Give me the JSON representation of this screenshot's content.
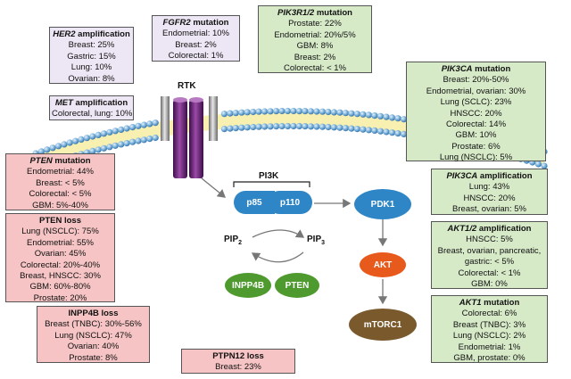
{
  "labels": {
    "rtk": "RTK",
    "pi3k": "PI3K",
    "pip2": "PIP",
    "pip2_sub": "2",
    "pip3": "PIP",
    "pip3_sub": "3"
  },
  "nodes": {
    "p85": "p85",
    "p110": "p110",
    "pdk1": "PDK1",
    "akt": "AKT",
    "mtorc1": "mTORC1",
    "inpp4b": "INPP4B",
    "pten": "PTEN"
  },
  "colors": {
    "purple_box": "#ede6f4",
    "green_box": "#d7eac8",
    "red_box": "#f6c4c4",
    "node_blue": "#2e86c6",
    "node_orange": "#e8591c",
    "node_brown": "#7a5a2c",
    "node_green": "#4e9a2e",
    "receptor_purple": "#6b1f7a"
  },
  "boxes": {
    "her2": {
      "gene": "HER2",
      "suffix": " amplification",
      "lines": [
        "Breast: 25%",
        "Gastric: 15%",
        "Lung: 10%",
        "Ovarian: 8%"
      ]
    },
    "fgfr2": {
      "gene": "FGFR2",
      "suffix": " mutation",
      "lines": [
        "Endometrial: 10%",
        "Breast: 2%",
        "Colorectal: 1%"
      ]
    },
    "met": {
      "gene": "MET",
      "suffix": " amplification",
      "lines": [
        "Colorectal, lung: 10%"
      ]
    },
    "pik3r12": {
      "gene": "PIK3R1/2",
      "suffix": " mutation",
      "lines": [
        "Prostate: 22%",
        "Endometrial: 20%/5%",
        "GBM: 8%",
        "Breast: 2%",
        "Colorectal: < 1%"
      ]
    },
    "pik3ca_mut": {
      "gene": "PIK3CA",
      "suffix": " mutation",
      "lines": [
        "Breast: 20%-50%",
        "Endometrial, ovarian: 30%",
        "Lung (SCLC): 23%",
        "HNSCC: 20%",
        "Colorectal: 14%",
        "GBM: 10%",
        "Prostate: 6%",
        "Lung (NSCLC): 5%"
      ]
    },
    "pik3ca_amp": {
      "gene": "PIK3CA",
      "suffix": " amplification",
      "lines": [
        "Lung: 43%",
        "HNSCC: 20%",
        "Breast, ovarian: 5%"
      ]
    },
    "akt12": {
      "gene": "AKT1/2",
      "suffix": " amplification",
      "lines": [
        "HNSCC: 5%",
        "Breast, ovarian, pancreatic,",
        "gastric: < 5%",
        "Colorectal: < 1%",
        "GBM: 0%"
      ]
    },
    "akt1": {
      "gene": "AKT1",
      "suffix": " mutation",
      "lines": [
        "Colorectal: 6%",
        "Breast (TNBC): 3%",
        "Lung (NSCLC): 2%",
        "Endometrial: 1%",
        "GBM, prostate: 0%"
      ]
    },
    "pten_mut": {
      "gene": "PTEN",
      "suffix": " mutation",
      "lines": [
        "Endometrial: 44%",
        "Breast: < 5%",
        "Colorectal: < 5%",
        "GBM: 5%-40%"
      ]
    },
    "pten_loss": {
      "gene": "",
      "suffix": "PTEN loss",
      "lines": [
        "Lung (NSCLC): 75%",
        "Endometrial: 55%",
        "Ovarian: 45%",
        "Colorectal: 20%-40%",
        "Breast, HNSCC: 30%",
        "GBM: 60%-80%",
        "Prostate: 20%"
      ]
    },
    "inpp4b_loss": {
      "gene": "",
      "suffix": "INPP4B loss",
      "lines": [
        "Breast (TNBC): 30%-56%",
        "Lung (NSCLC): 47%",
        "Ovarian: 40%",
        "Prostate: 8%"
      ]
    },
    "ptpn12_loss": {
      "gene": "",
      "suffix": "PTPN12 loss",
      "lines": [
        "Breast: 23%"
      ]
    }
  }
}
